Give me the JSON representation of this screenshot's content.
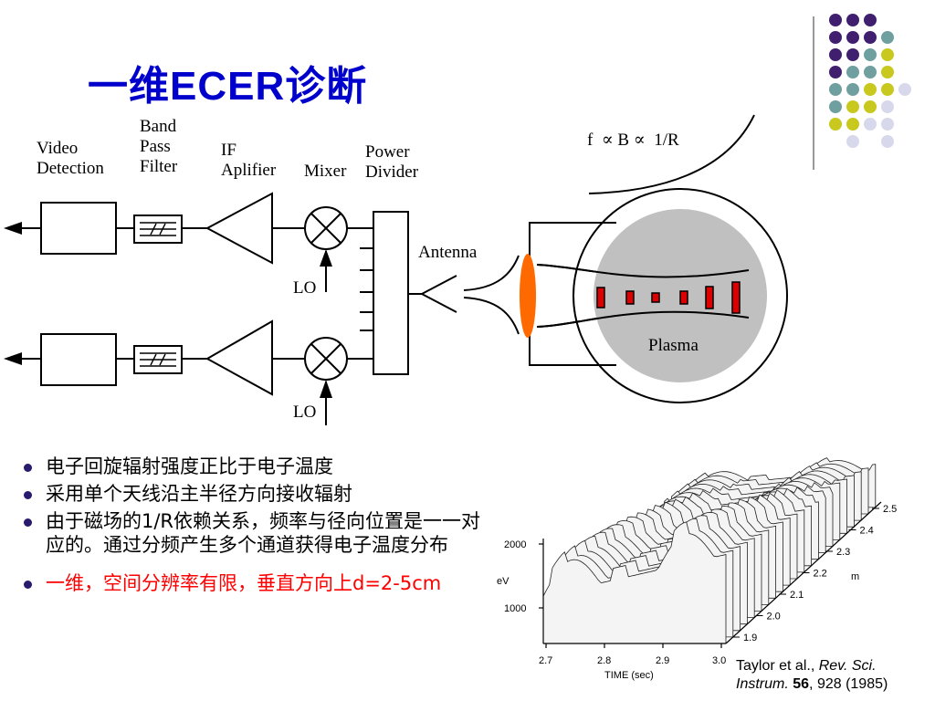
{
  "title": {
    "cn1": "一维",
    "en": "ECER",
    "cn2": "诊断"
  },
  "diagram": {
    "video_detection": "Video\nDetection",
    "band_pass_filter": "Band\nPass\nFilter",
    "if_amplifier": "IF\nAplifier",
    "mixer": "Mixer",
    "power_divider": "Power\nDivider",
    "antenna": "Antenna",
    "lo_top": "LO",
    "lo_bottom": "LO",
    "plasma": "Plasma",
    "formula": "f  ∝ B ∝  1/R"
  },
  "bullets": [
    {
      "text": "电子回旋辐射强度正比于电子温度",
      "color": "#000000"
    },
    {
      "text": "采用单个天线沿主半径方向接收辐射",
      "color": "#000000"
    },
    {
      "text": "由于磁场的1/R依赖关系，频率与径向位置是一一对应的。通过分频产生多个通道获得电子温度分布",
      "color": "#000000"
    },
    {
      "text": "一维，空间分辨率有限，垂直方向上d=2-5cm",
      "color": "#ff0000"
    }
  ],
  "plot": {
    "ylabel": "eV",
    "yticks": [
      "2000",
      "1000"
    ],
    "xlabel": "TIME (sec)",
    "xticks": [
      "2.7",
      "2.8",
      "2.9",
      "3.0"
    ],
    "mlabel": "m",
    "mticks": [
      "2.5",
      "2.4",
      "2.3",
      "2.2",
      "2.1",
      "2.0",
      "1.9"
    ]
  },
  "citation": {
    "authors": "Taylor et al., ",
    "journal1": "Rev. Sci.",
    "journal2": "Instrum.",
    "volume": "56",
    "rest": ", 928 (1985)"
  },
  "colors": {
    "title": "#0000cc",
    "accent_purple": "#3f1f6e",
    "accent_teal": "#6f9f9f",
    "accent_yellow": "#c8c81e",
    "accent_lavender": "#d8d8ec",
    "antenna_lens": "#ff6a00",
    "plasma": "#c0c0c0",
    "channel": "#dd0000"
  }
}
